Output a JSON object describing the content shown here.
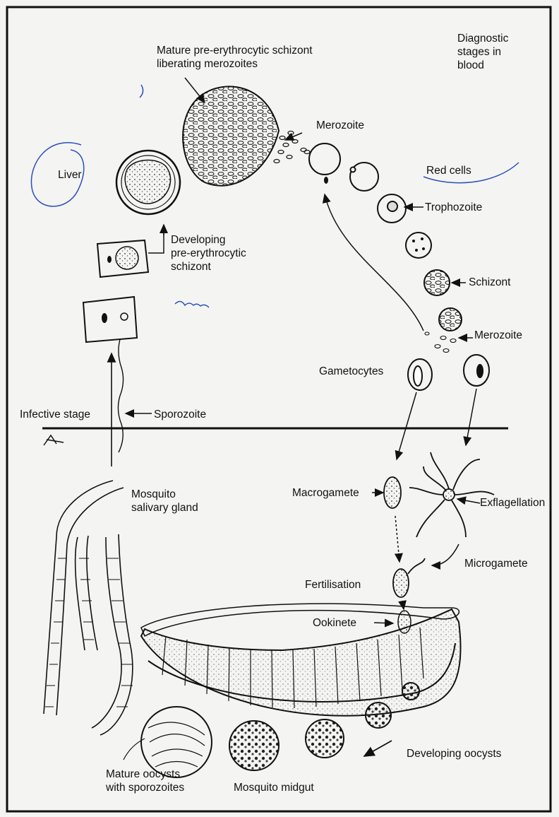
{
  "labels": {
    "mature_schizont": "Mature pre-erythrocytic schizont\nliberating merozoites",
    "diagnostic": "Diagnostic\nstages in\nblood",
    "merozoite_top": "Merozoite",
    "liver": "Liver",
    "red_cells": "Red cells",
    "trophozoite": "Trophozoite",
    "developing_schizont": "Developing\npre-erythrocytic\nschizont",
    "schizont": "Schizont",
    "merozoite_right": "Merozoite",
    "gametocytes": "Gametocytes",
    "infective_stage": "Infective stage",
    "sporozoite": "Sporozoite",
    "mosquito_salivary": "Mosquito\nsalivary gland",
    "macrogamete": "Macrogamete",
    "exflagellation": "Exflagellation",
    "microgamete": "Microgamete",
    "fertilisation": "Fertilisation",
    "ookinete": "Ookinete",
    "developing_oocysts": "Developing oocysts",
    "mature_oocysts": "Mature oocysts\nwith sporozoites",
    "mosquito_midgut": "Mosquito midgut"
  },
  "colors": {
    "ink": "#111111",
    "pen": "#2a4fbf",
    "paper": "#f4f4f2"
  }
}
